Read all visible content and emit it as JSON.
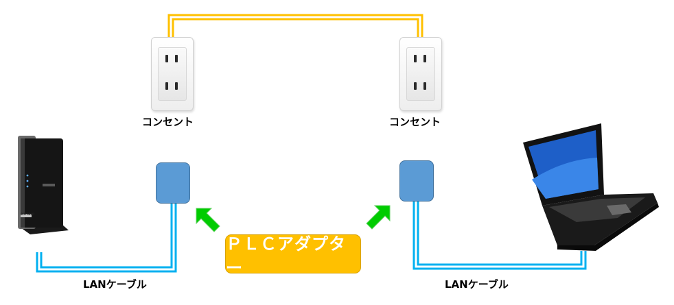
{
  "labels": {
    "outlet_left": "コンセント",
    "outlet_right": "コンセント",
    "lan_left": "LANケーブル",
    "lan_right": "LANケーブル",
    "plc_adapter": "ＰＬＣアダプター"
  },
  "router": {
    "brand": "BUFFALO"
  },
  "colors": {
    "power_line": "#ffc000",
    "lan_cable": "#00b0f0",
    "adapter": "#5b9bd5",
    "plc_box": "#ffc000",
    "arrow": "#00cc00"
  }
}
